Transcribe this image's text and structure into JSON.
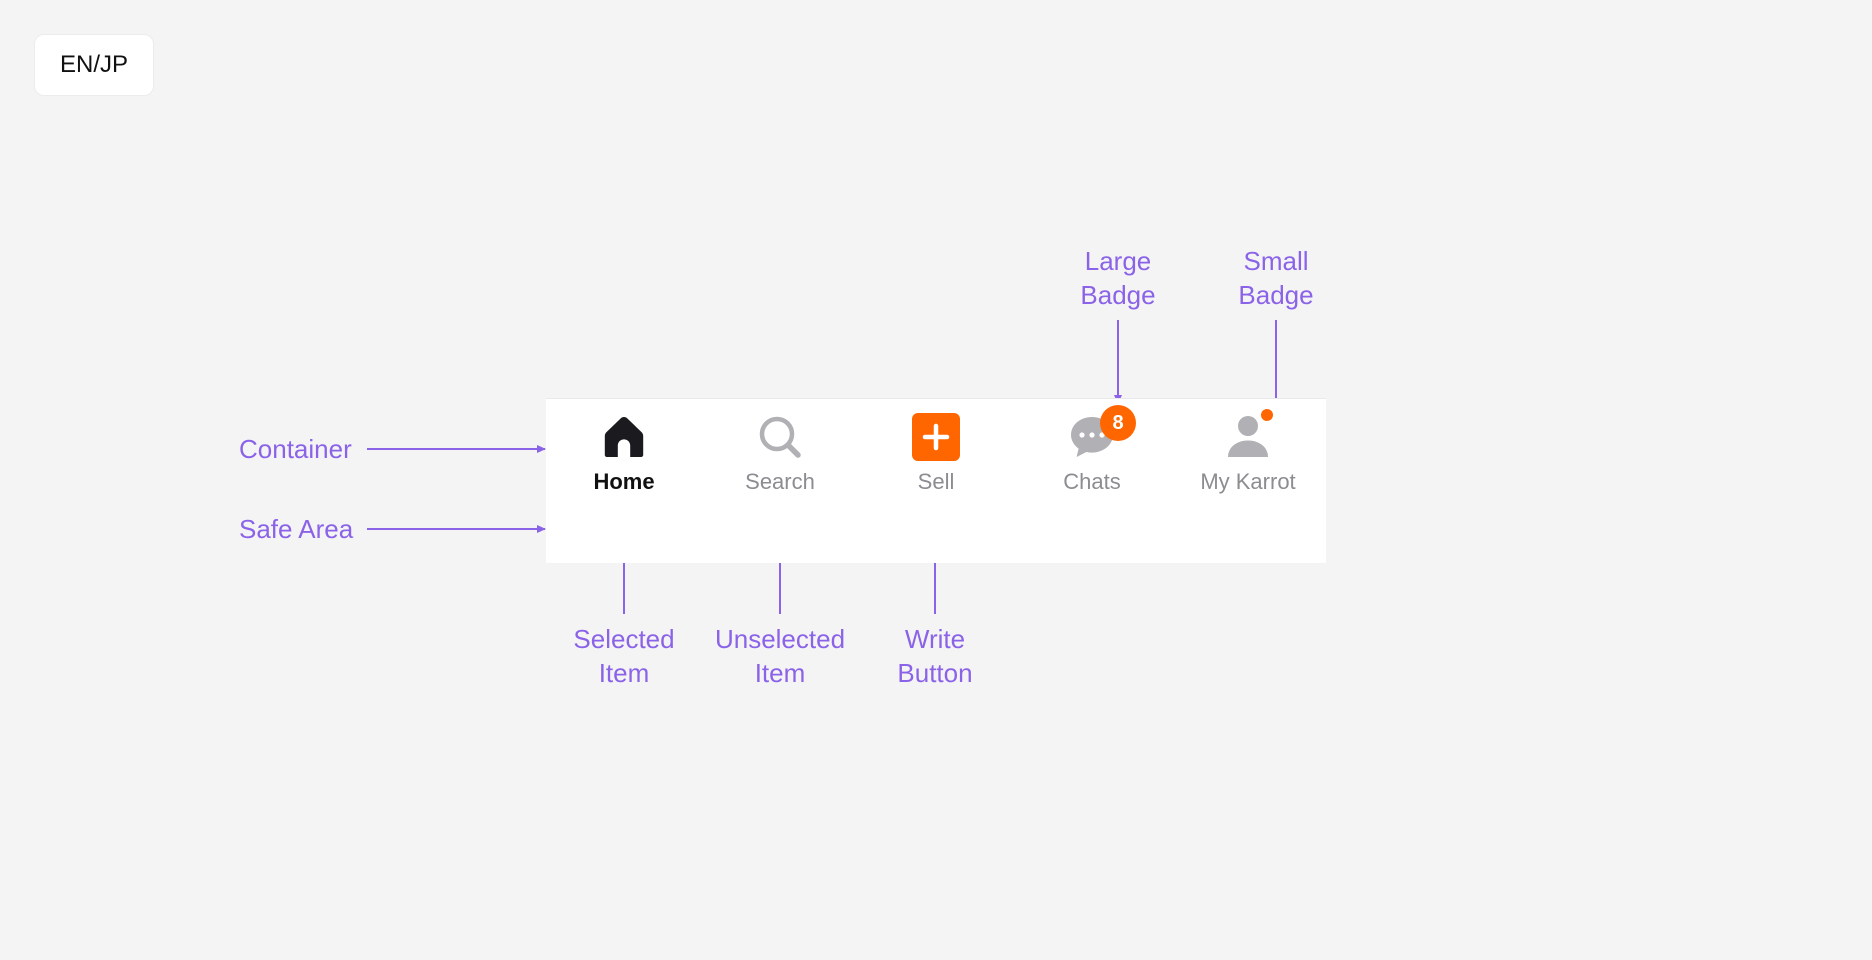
{
  "lang_toggle": {
    "label": "EN/JP"
  },
  "tabbar": {
    "items": [
      {
        "label": "Home",
        "icon": "home-icon",
        "state": "selected"
      },
      {
        "label": "Search",
        "icon": "search-icon",
        "state": "unselected"
      },
      {
        "label": "Sell",
        "icon": "plus-icon",
        "state": "write-button"
      },
      {
        "label": "Chats",
        "icon": "chat-bubble-icon",
        "state": "unselected",
        "badge": "8"
      },
      {
        "label": "My Karrot",
        "icon": "user-icon",
        "state": "unselected",
        "badge_dot": true
      }
    ]
  },
  "annotations": {
    "container": "Container",
    "safe_area": "Safe Area",
    "selected_item": "Selected\nItem",
    "unselected_item": "Unselected\nItem",
    "write_button": "Write\nButton",
    "large_badge": "Large\nBadge",
    "small_badge": "Small\nBadge"
  },
  "colors": {
    "annotation": "#8b63e8",
    "accent": "#ff6600",
    "selected_text": "#111111",
    "unselected": "#b0b0b5",
    "background": "#f4f4f4",
    "container": "#ffffff"
  }
}
